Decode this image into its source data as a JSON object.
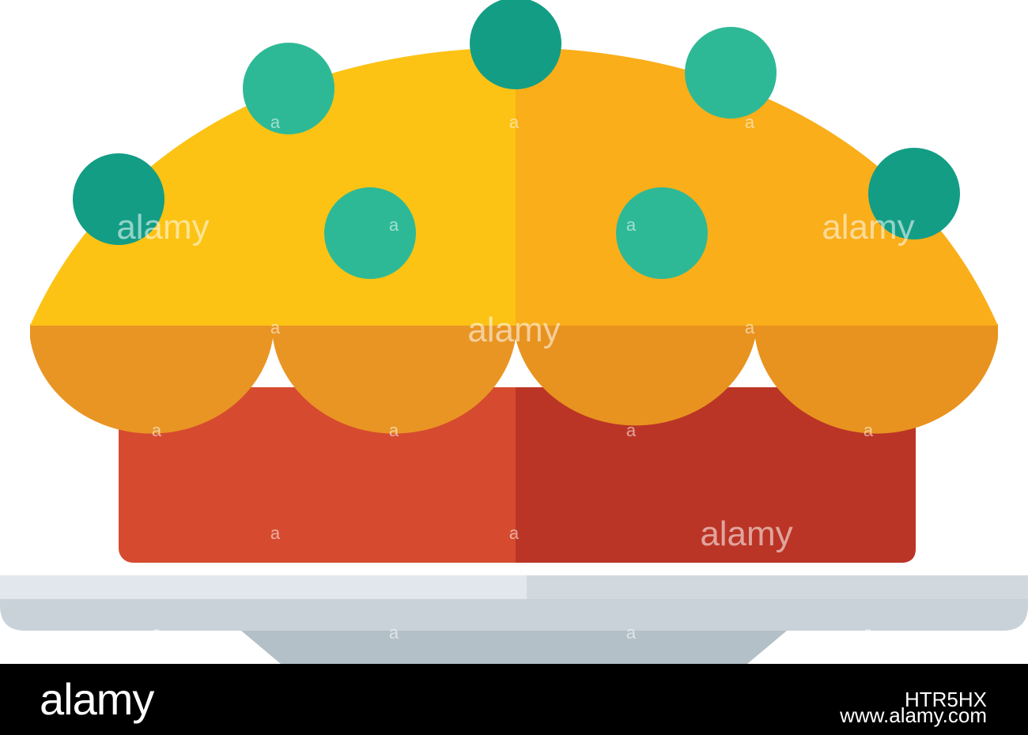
{
  "illustration": {
    "subject": "pie with berries on a plate",
    "colors": {
      "crust_top_left": "#FCC314",
      "crust_top_right": "#F9AE1A",
      "crust_scallop": "#E99524",
      "body_left": "#D64B2F",
      "body_right": "#BB3526",
      "berry_dark": "#139D85",
      "berry_light": "#2EB996",
      "plate_top_left": "#E1E7EC",
      "plate_top_right": "#D1D8DE",
      "plate_bottom": "#B4C0C7"
    }
  },
  "watermark": {
    "word": "alamy",
    "mark": "a"
  },
  "footer": {
    "logo": "alamy",
    "image_id": "HTR5HX",
    "url": "www.alamy.com"
  }
}
